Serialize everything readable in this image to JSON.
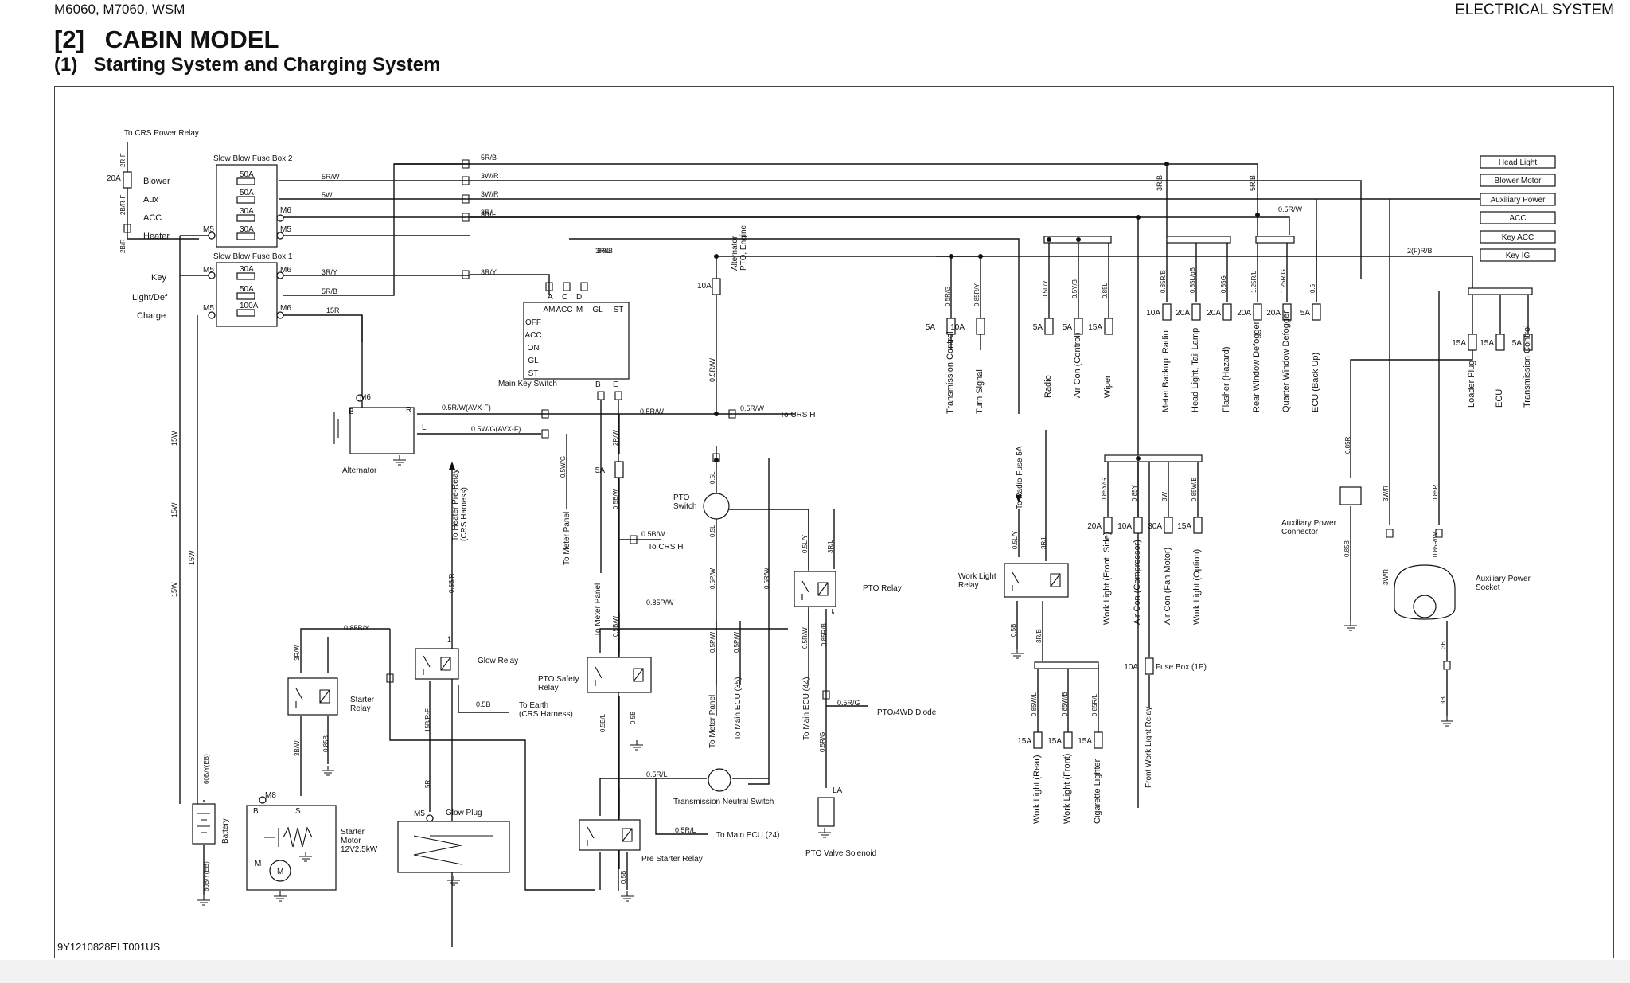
{
  "header": {
    "left": "M6060, M7060, WSM",
    "right": "ELECTRICAL SYSTEM"
  },
  "section_title": "[2]   CABIN MODEL",
  "subsection_title": "(1)   Starting System and Charging System",
  "figure_code": "9Y1210828ELT001US",
  "diagram": {
    "top_left": {
      "crs": "To CRS Power Relay",
      "fuse20": "20A",
      "w2rf": "2R-F",
      "w2brf": "2B/R-F",
      "w2br": "2B/R"
    },
    "fusebox2": {
      "title": "Slow Blow Fuse Box 2",
      "labels": [
        "Blower",
        "Aux",
        "ACC",
        "Heater"
      ],
      "ratings": [
        "50A",
        "50A",
        "30A",
        "30A"
      ],
      "m5a": "M5",
      "m5b": "M5",
      "m6a": "M6"
    },
    "fusebox1": {
      "title": "Slow Blow Fuse Box 1",
      "labels": [
        "Key",
        "Light/Def",
        "Charge"
      ],
      "ratings": [
        "30A",
        "50A",
        "100A"
      ],
      "m5a": "M5",
      "m5b": "M5",
      "m6a": "M6",
      "m6b": "M6"
    },
    "wires": [
      "5R/B",
      "5R/W",
      "5W",
      "3W/R",
      "3R/L",
      "3R/Y",
      "5R/B",
      "15R",
      "3W/R",
      "3R/L",
      "3R/Y",
      "3R/B",
      "3R/L",
      "2(F)R/B",
      "0.5R/W",
      "3R/B",
      "5R/B",
      "15W",
      "15W",
      "15W",
      "15W"
    ],
    "right_labels": [
      "Head Light",
      "Blower Motor",
      "Auxiliary Power",
      "ACC",
      "Key ACC",
      "Key IG"
    ],
    "key_switch": {
      "title": "Main Key Switch",
      "cols": [
        "AM",
        "ACC",
        "M",
        "GL",
        "ST"
      ],
      "rows": [
        "OFF",
        "ACC",
        "ON",
        "GL",
        "ST"
      ],
      "terms": [
        "A",
        "C",
        "D",
        "B",
        "E"
      ]
    },
    "alt_pto": {
      "fuse": "10A",
      "label": "Alternator\nPTO, Engine",
      "w1": "0.5R/W"
    },
    "fuse_group1": {
      "wires": [
        "0.5R/G",
        "0.85R/Y"
      ],
      "ratings": [
        "5A",
        "10A"
      ],
      "labels": [
        "Transmission Control",
        "Turn Signal"
      ]
    },
    "fuse_group2": {
      "wires": [
        "0.5L/Y",
        "0.5Y/B",
        "0.85L"
      ],
      "ratings": [
        "5A",
        "5A",
        "15A"
      ],
      "labels": [
        "Radio",
        "Air Con (Control)",
        "Wiper"
      ]
    },
    "fuse_group3": {
      "wires": [
        "0.85R/B",
        "0.85L/gB",
        "0.85G",
        "1.25R/L",
        "1.25R/G",
        "0.5"
      ],
      "ratings": [
        "10A",
        "20A",
        "20A",
        "20A",
        "20A",
        "5A"
      ],
      "labels": [
        "Meter Backup, Radio",
        "Head Light, Tail Lamp",
        "Flasher (Hazard)",
        "Rear Window Defogger",
        "Quarter Window Defogger",
        "ECU (Back Up)"
      ]
    },
    "fuse_group4": {
      "ratings": [
        "15A",
        "15A",
        "5A"
      ],
      "labels": [
        "Loader Plug",
        "ECU",
        "Transmission Control"
      ]
    },
    "alternator": {
      "title": "Alternator",
      "m6": "M6",
      "b": "B",
      "r": "R",
      "l": "L",
      "w1": "0.5R/W(AVX-F)",
      "w2": "0.5W/G(AVX-F)",
      "w3": "0.5R/W",
      "w4": "0.5R/W",
      "crs": "To CRS H"
    },
    "meter_lines": {
      "w1": "0.5W/G",
      "label1": "To Meter Panel",
      "w2": "2R/W",
      "fuse": "5A",
      "w3": "0.5B/W",
      "w4": "0.5B/W",
      "crs2": "To CRS H",
      "w5": "0.5R/W"
    },
    "heater_pre": "To Heater Pre-Relay\n(CRS Harness)",
    "pto_switch": {
      "title": "PTO\nSwitch",
      "w1": "0.5L",
      "w2": "0.5L",
      "w3": "0.5P/W"
    },
    "pto_relay": {
      "title": "PTO Relay",
      "w1": "0.5L/Y",
      "w2": "3R/L",
      "w3": "0.5R/W",
      "w4": "0.85R/B",
      "w5": "0.5R/G",
      "diode": "PTO/4WD Diode",
      "ecu44": "To Main ECU (44)",
      "w6": "0.5R/G",
      "sol": "PTO Valve Solenoid",
      "la": "LA",
      "w7": "0.5R/W"
    },
    "pto_safety": {
      "title": "PTO Safety\nRelay",
      "w1": "0.85P/W",
      "w2": "0.5B/W",
      "w3": "0.5B/L",
      "w4": "0.5B",
      "meter": "To Meter Panel",
      "w5": "0.5P/W",
      "w6": "0.5P/W",
      "meter2": "To Meter Panel",
      "ecu35": "To Main ECU (35)"
    },
    "glow_relay": {
      "title": "Glow Relay",
      "w1": "0.5B/R",
      "w2": "0.5B",
      "earth": "To Earth\n(CRS Harness)",
      "w3": "15B/R-F",
      "w4": "5R",
      "one": "1"
    },
    "starter_relay": {
      "title": "Starter\nRelay",
      "w1": "3R/W",
      "w2": "0.85B/Y",
      "w3": "3B/W",
      "w4": "0.85B"
    },
    "tns": {
      "title": "Transmission Neutral Switch",
      "w1": "0.5R/L",
      "w2": "0.5R/L",
      "ecu24": "To Main ECU (24)"
    },
    "pre_starter": {
      "title": "Pre Starter Relay",
      "w1": "0.5B"
    },
    "battery": {
      "title": "Battery",
      "w1": "60B/Y(EB)",
      "w2": "60B/Y(EB)"
    },
    "starter": {
      "title": "Starter\nMotor\n12V2.5kW",
      "m8": "M8",
      "b": "B",
      "s": "S",
      "m": "M",
      "mm": "M"
    },
    "glow_plug": {
      "title": "Glow Plug",
      "m5": "M5"
    },
    "work_light": {
      "title": "Work Light\nRelay",
      "radio": "To Radio Fuse 5A",
      "w1": "0.5L/Y",
      "w2": "3R/L",
      "w3": "0.5B",
      "w4": "3R/B",
      "wires": [
        "0.85W/L",
        "0.85W/B",
        "0.85R/L"
      ],
      "ratings": [
        "15A",
        "15A",
        "15A"
      ],
      "labels": [
        "Work Light (Rear)",
        "Work Light (Front)",
        "Cigarette Lighter"
      ]
    },
    "fuse_group5": {
      "wires": [
        "0.85Y/G",
        "0.85Y",
        "3W",
        "0.85W/B"
      ],
      "ratings": [
        "20A",
        "10A",
        "30A",
        "15A"
      ],
      "labels": [
        "Work Light (Front, Side)",
        "Air Con (Compressor)",
        "Air Con (Fan Motor)",
        "Work Light (Option)"
      ],
      "fuse1p": "Fuse Box (1P)",
      "f10": "10A",
      "fwl": "Front Work Light Relay"
    },
    "aux": {
      "conn": "Auxiliary Power\nConnector",
      "socket": "Auxiliary Power\nSocket",
      "w1": "0.85R",
      "w2": "0.85B",
      "w3": "3W/R",
      "w4": "0.85R",
      "w5": "3W/R",
      "w6": "0.85R/W",
      "w7": "3B",
      "w8": "3B"
    }
  }
}
